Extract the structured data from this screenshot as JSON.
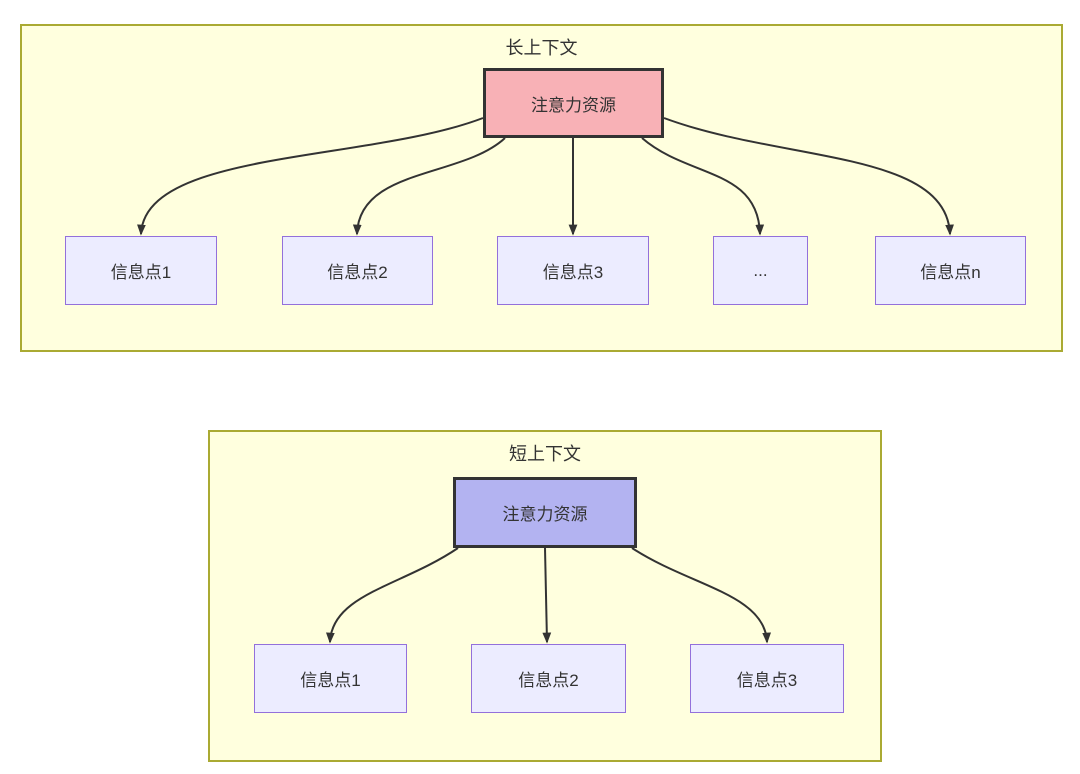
{
  "diagram": {
    "clusters": [
      {
        "title": "长上下文",
        "root": {
          "label": "注意力资源"
        },
        "children": [
          {
            "label": "信息点1"
          },
          {
            "label": "信息点2"
          },
          {
            "label": "信息点3"
          },
          {
            "label": "..."
          },
          {
            "label": "信息点n"
          }
        ]
      },
      {
        "title": "短上下文",
        "root": {
          "label": "注意力资源"
        },
        "children": [
          {
            "label": "信息点1"
          },
          {
            "label": "信息点2"
          },
          {
            "label": "信息点3"
          }
        ]
      }
    ],
    "colors": {
      "cluster_fill": "#ffffde",
      "cluster_border": "#aaaa33",
      "info_node_fill": "#ececff",
      "info_node_border": "#9370db",
      "attention_long_fill": "#f8b1b6",
      "attention_short_fill": "#b3b3f1",
      "attention_border": "#333333",
      "edge_color": "#333333",
      "text_color": "#333333"
    }
  }
}
